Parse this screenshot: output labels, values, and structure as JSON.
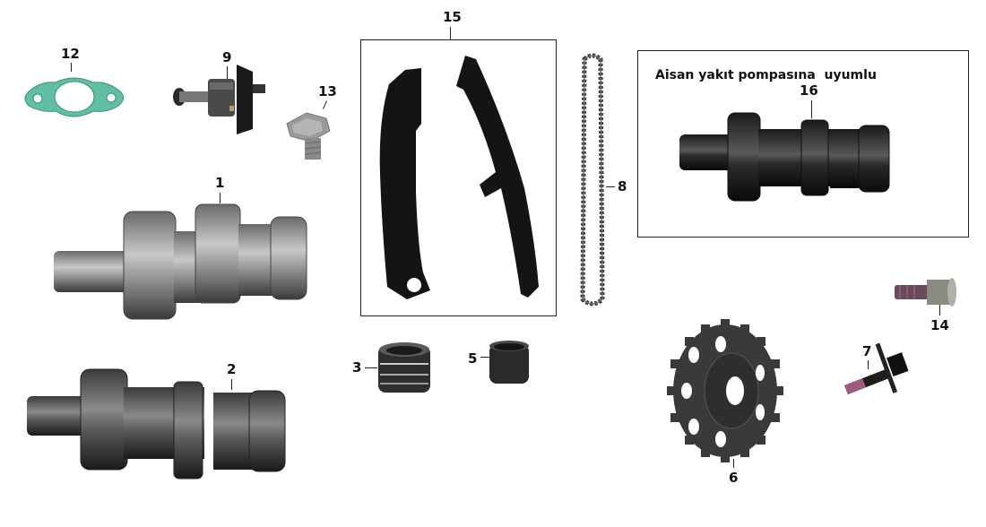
{
  "diagram": {
    "type": "exploded parts diagram",
    "subject": "camshaft and timing chain assembly",
    "colors": {
      "background": "#ffffff",
      "label_text": "#111111",
      "leader_line": "#222222",
      "gasket_green": "#5fbfa2",
      "metal_dark": "#2a2a2a",
      "metal_steel": "#8a8a8a",
      "plastic_black": "#141414"
    },
    "callouts": [
      {
        "id": "1",
        "label": "1",
        "part": "camshaft (with bearings)"
      },
      {
        "id": "2",
        "label": "2",
        "part": "camshaft"
      },
      {
        "id": "3",
        "label": "3",
        "part": "bushing / collar"
      },
      {
        "id": "5",
        "label": "5",
        "part": "sleeve"
      },
      {
        "id": "6",
        "label": "6",
        "part": "cam sprocket"
      },
      {
        "id": "7",
        "label": "7",
        "part": "flange bolt"
      },
      {
        "id": "8",
        "label": "8",
        "part": "timing chain"
      },
      {
        "id": "9",
        "label": "9",
        "part": "chain tensioner"
      },
      {
        "id": "12",
        "label": "12",
        "part": "gasket"
      },
      {
        "id": "13",
        "label": "13",
        "part": "flange bolt"
      },
      {
        "id": "14",
        "label": "14",
        "part": "shoulder bolt"
      },
      {
        "id": "15",
        "label": "15",
        "part": "chain guide set"
      },
      {
        "id": "16",
        "label": "16",
        "part": "camshaft (Aisan fuel pump compatible)"
      }
    ],
    "note_box": {
      "text": "Aisan yakıt pompasına  uyumlu",
      "callout": "16"
    }
  }
}
